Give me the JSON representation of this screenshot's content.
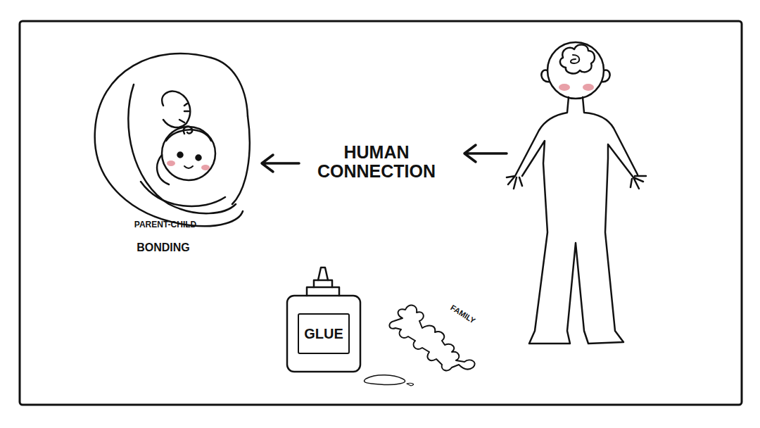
{
  "diagram": {
    "nodes": [
      {
        "text": [
          "GLUE"
        ]
      }
    ],
    "labels": [
      "HUMAN CONNECTION",
      "PARENT-CHILD",
      "BONDING",
      "FAMILY"
    ]
  }
}
